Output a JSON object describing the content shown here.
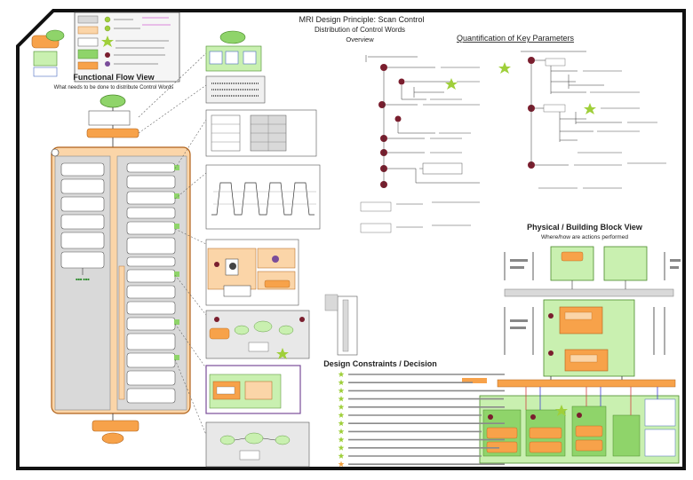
{
  "header": {
    "title": "MRI Design Principle: Scan Control",
    "subtitle": "Distribution of Control Words",
    "overview": "Overview"
  },
  "functional_flow": {
    "title": "Functional Flow View",
    "subtitle": "What needs to be done to distribute Control Words"
  },
  "quantification": {
    "title": "Quantification of Key Parameters"
  },
  "physical": {
    "title": "Physical / Building Block View",
    "subtitle": "Where/how are actions performed"
  },
  "design_constraints": {
    "title": "Design Constraints / Decision",
    "items": [
      {
        "color": "#9fcf3a"
      },
      {
        "color": "#9fcf3a"
      },
      {
        "color": "#9fcf3a"
      },
      {
        "color": "#9fcf3a"
      },
      {
        "color": "#9fcf3a"
      },
      {
        "color": "#9fcf3a"
      },
      {
        "color": "#9fcf3a"
      },
      {
        "color": "#9fcf3a"
      },
      {
        "color": "#9fcf3a"
      },
      {
        "color": "#9fcf3a"
      },
      {
        "color": "#9fcf3a"
      },
      {
        "color": "#f0a040"
      }
    ]
  },
  "colors": {
    "orange": "#f7a24a",
    "light_orange": "#fbd5a8",
    "green": "#8fd46a",
    "light_green": "#c9f0b0",
    "gray": "#d9d9d9",
    "purple": "#7a4d9a",
    "dark_red": "#7a1e2e",
    "star": "#9fcf3a"
  }
}
